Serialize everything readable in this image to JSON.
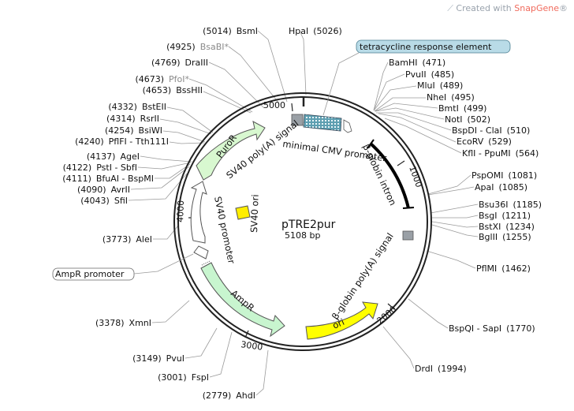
{
  "branding": {
    "prefix": "Created with ",
    "name": "SnapGene",
    "mark": "®"
  },
  "plasmid": {
    "name": "pTRE2pur",
    "size_label": "5108 bp"
  },
  "ticks": [
    "1000",
    "2000",
    "3000",
    "4000",
    "5000"
  ],
  "features": [
    {
      "label": "minimal CMV promoter"
    },
    {
      "label": "β-globin intron"
    },
    {
      "label": "β-globin poly(A) signal"
    },
    {
      "label": "ori"
    },
    {
      "label": "AmpR"
    },
    {
      "label": "SV40 promoter"
    },
    {
      "label": "SV40 ori"
    },
    {
      "label": "PuroR"
    },
    {
      "label": "SV40 poly(A) signal"
    }
  ],
  "boxed_labels": [
    {
      "label": "tetracycline response element"
    },
    {
      "label": "AmpR promoter"
    }
  ],
  "sites_left": [
    {
      "pos": "(5014)",
      "name": "BsmI"
    },
    {
      "pos": "(4925)",
      "name": "BsaBI*"
    },
    {
      "pos": "(4769)",
      "name": "DraIII"
    },
    {
      "pos": "(4673)",
      "name": "PfoI*"
    },
    {
      "pos": "(4653)",
      "name": "BssHII"
    },
    {
      "pos": "(4332)",
      "name": "BstEII"
    },
    {
      "pos": "(4314)",
      "name": "RsrII"
    },
    {
      "pos": "(4254)",
      "name": "BsiWI"
    },
    {
      "pos": "(4240)",
      "name": "PflFI - Tth111I"
    },
    {
      "pos": "(4137)",
      "name": "AgeI"
    },
    {
      "pos": "(4122)",
      "name": "PstI - SbfI"
    },
    {
      "pos": "(4111)",
      "name": "BfuAI - BspMI"
    },
    {
      "pos": "(4090)",
      "name": "AvrII"
    },
    {
      "pos": "(4043)",
      "name": "SfiI"
    },
    {
      "pos": "(3773)",
      "name": "AleI"
    },
    {
      "pos": "(3378)",
      "name": "XmnI"
    },
    {
      "pos": "(3149)",
      "name": "PvuI"
    },
    {
      "pos": "(3001)",
      "name": "FspI"
    },
    {
      "pos": "(2779)",
      "name": "AhdI"
    }
  ],
  "sites_right": [
    {
      "name": "HpaI",
      "pos": "(5026)"
    },
    {
      "name": "BamHI",
      "pos": "(471)"
    },
    {
      "name": "PvuII",
      "pos": "(485)"
    },
    {
      "name": "MluI",
      "pos": "(489)"
    },
    {
      "name": "NheI",
      "pos": "(495)"
    },
    {
      "name": "BmtI",
      "pos": "(499)"
    },
    {
      "name": "NotI",
      "pos": "(502)"
    },
    {
      "name": "BspDI - ClaI",
      "pos": "(510)"
    },
    {
      "name": "EcoRV",
      "pos": "(529)"
    },
    {
      "name": "KflI - PpuMI",
      "pos": "(564)"
    },
    {
      "name": "PspOMI",
      "pos": "(1081)"
    },
    {
      "name": "ApaI",
      "pos": "(1085)"
    },
    {
      "name": "Bsu36I",
      "pos": "(1185)"
    },
    {
      "name": "BsgI",
      "pos": "(1211)"
    },
    {
      "name": "BstXI",
      "pos": "(1234)"
    },
    {
      "name": "BglII",
      "pos": "(1255)"
    },
    {
      "name": "PflMI",
      "pos": "(1462)"
    },
    {
      "name": "BspQI - SapI",
      "pos": "(1770)"
    },
    {
      "name": "DrdI",
      "pos": "(1994)"
    }
  ],
  "colors": {
    "puro": "#d8f8d0",
    "ampr": "#c8f5cf",
    "ori": "#ffff00",
    "sv40ori": "#ffee00",
    "tre": "#7fb4c4",
    "box_label_bg": "#b9dbe7",
    "polyA_box": "#9aa0a6"
  }
}
